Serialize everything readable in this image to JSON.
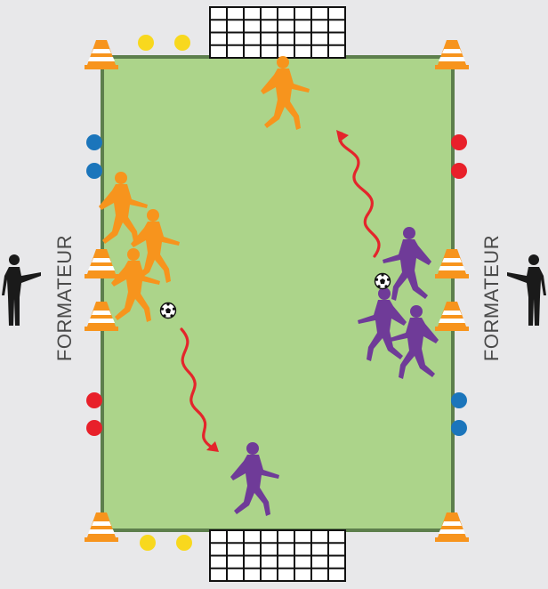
{
  "trainer_labels": {
    "left": "FORMATEUR",
    "right": "FORMATEUR"
  },
  "colors": {
    "background": "#e8e8ea",
    "pitch": "#acd48a",
    "pitch_border": "#5d7f4c",
    "orange_team": "#f7941d",
    "purple_team": "#6f3b98",
    "dribble_path": "#e4252b",
    "marker_blue": "#1b75bb",
    "marker_red": "#e8202a",
    "marker_yellow": "#f8d81e",
    "cone_orange": "#f7941d",
    "trainer": "#1a1a1a"
  },
  "elements": {
    "goals": 2,
    "cones": 8,
    "orange_players": 4,
    "purple_players": 4,
    "balls": 2,
    "dribble_arrows": 2,
    "marker_discs": 12
  }
}
